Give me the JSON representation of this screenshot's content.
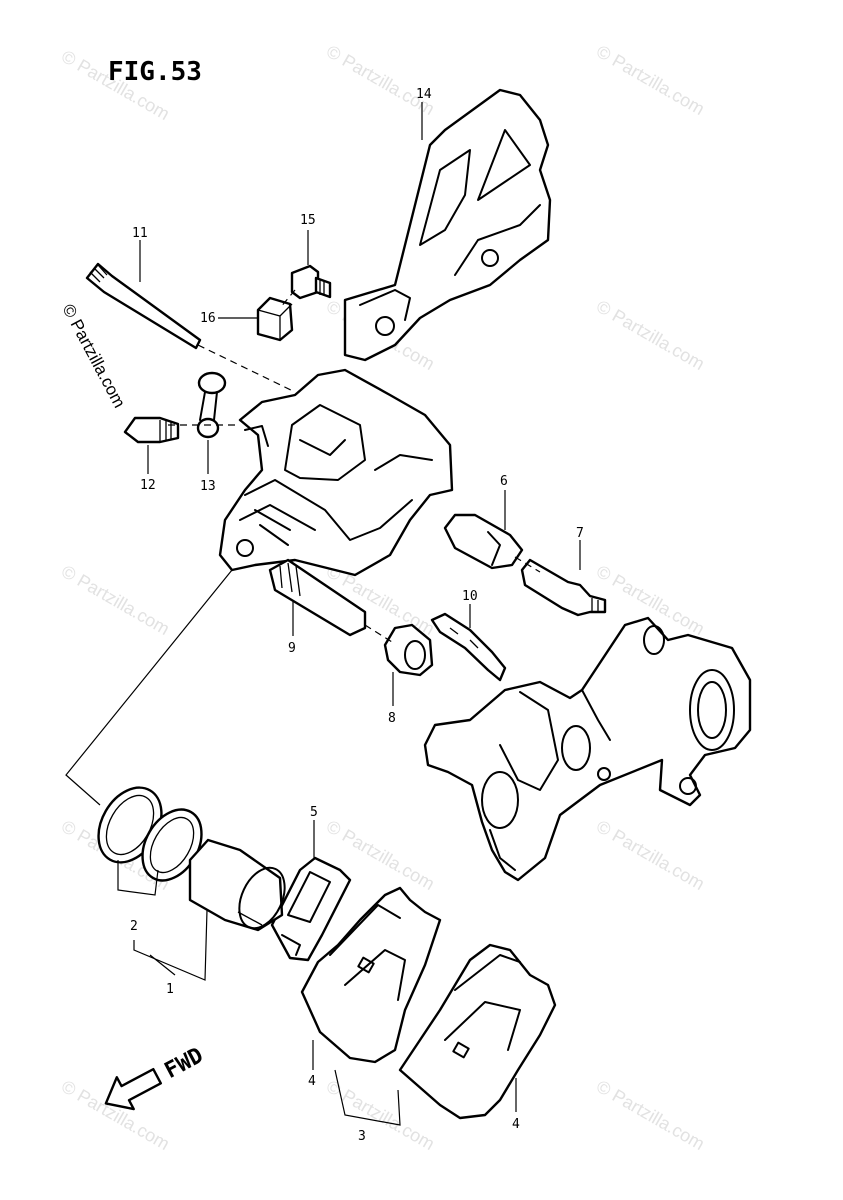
{
  "figure": {
    "title": "FIG.53"
  },
  "direction": {
    "label": "FWD"
  },
  "watermark": {
    "text": "© Partzilla.com"
  },
  "callouts": {
    "c1": "1",
    "c2": "2",
    "c3": "3",
    "c4a": "4",
    "c4b": "4",
    "c5": "5",
    "c6": "6",
    "c7": "7",
    "c8": "8",
    "c9": "9",
    "c10": "10",
    "c11": "11",
    "c12": "12",
    "c13": "13",
    "c14": "14",
    "c15": "15",
    "c16": "16"
  }
}
